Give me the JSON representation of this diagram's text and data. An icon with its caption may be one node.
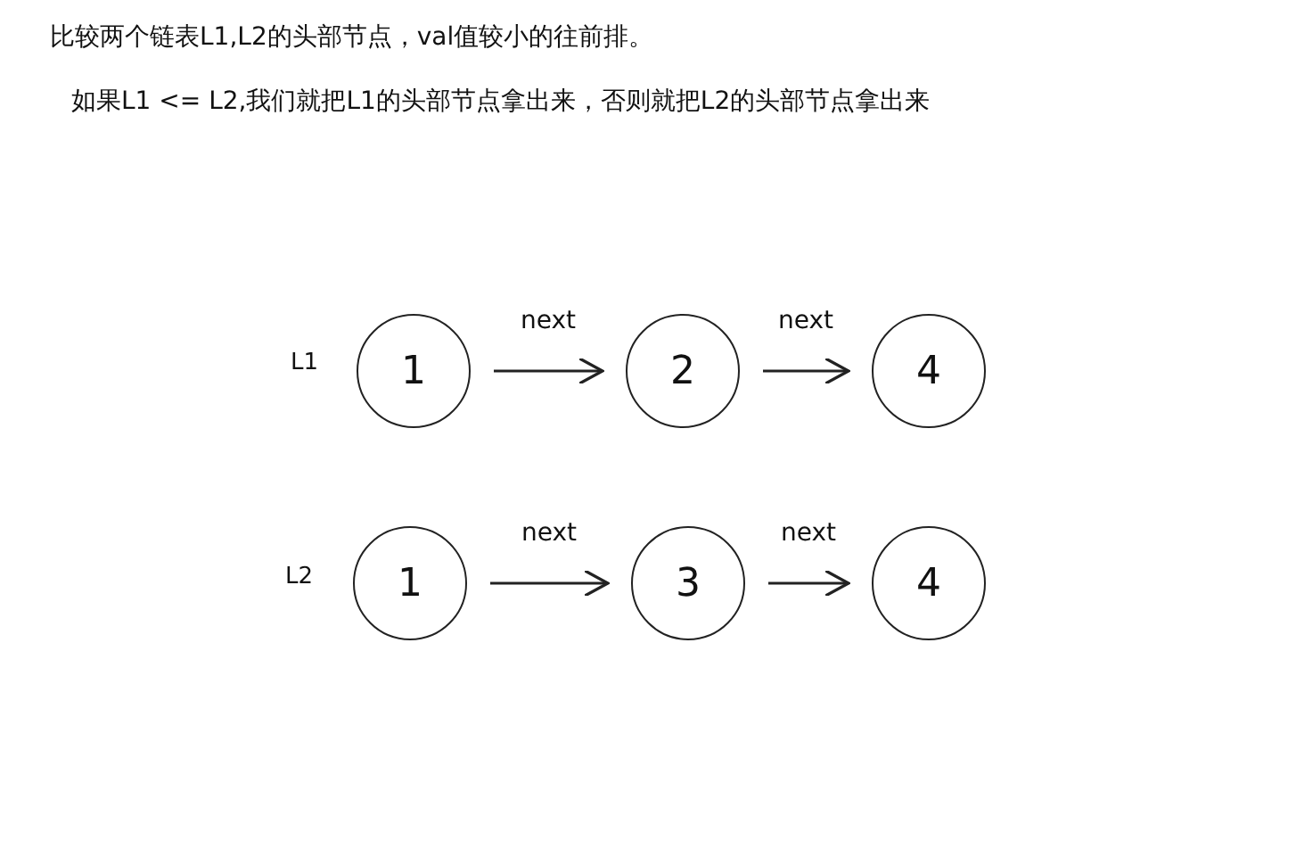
{
  "diagram": {
    "nodes": [
      {
        "text": [
          "1"
        ]
      },
      {
        "text": [
          "2"
        ]
      },
      {
        "text": [
          "4"
        ]
      },
      {
        "text": [
          "1"
        ]
      },
      {
        "text": [
          "3"
        ]
      },
      {
        "text": [
          "4"
        ]
      }
    ],
    "edges": [
      {
        "from": 0,
        "to": 1,
        "arrow": "to",
        "label": "next"
      },
      {
        "from": 1,
        "to": 2,
        "arrow": "to",
        "label": "next"
      },
      {
        "from": 3,
        "to": 4,
        "arrow": "to",
        "label": "next"
      },
      {
        "from": 4,
        "to": 5,
        "arrow": "to",
        "label": "next"
      }
    ],
    "labels": [
      "比较两个链表L1,L2的头部节点，val值较小的往前排。",
      "如果L1 <= L2,我们就把L1的头部节点拿出来，否则就把L2的头部节点拿出来",
      "L1",
      "L2"
    ]
  }
}
